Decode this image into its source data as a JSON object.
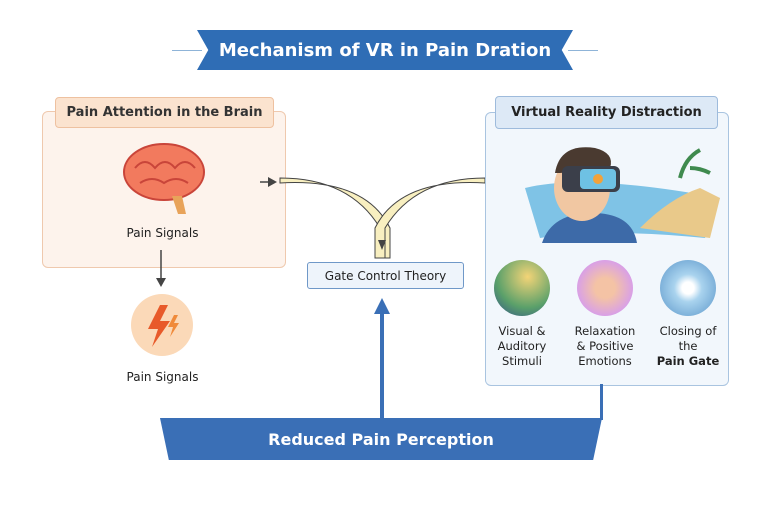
{
  "title": "Mechanism of VR in Pain Dration",
  "left_panel": {
    "header": "Pain Attention in the Brain",
    "brain_label": "Pain Signals",
    "signal_label": "Pain Signals"
  },
  "right_panel": {
    "header": "Virtual Reality Distraction",
    "items": [
      {
        "line1": "Visual &",
        "line2": "Auditory",
        "line3": "Stimuli"
      },
      {
        "line1": "Relaxation",
        "line2": "& Positive",
        "line3": "Emotions"
      },
      {
        "line1": "Closing of",
        "line2": "the",
        "line3": "Pain Gate"
      }
    ]
  },
  "gate_label": "Gate Control Theory",
  "bottom_banner": "Reduced Pain Perception",
  "colors": {
    "primary": "#2f6db5",
    "peach": "#fbe3cf",
    "lightblue": "#dde9f6"
  }
}
